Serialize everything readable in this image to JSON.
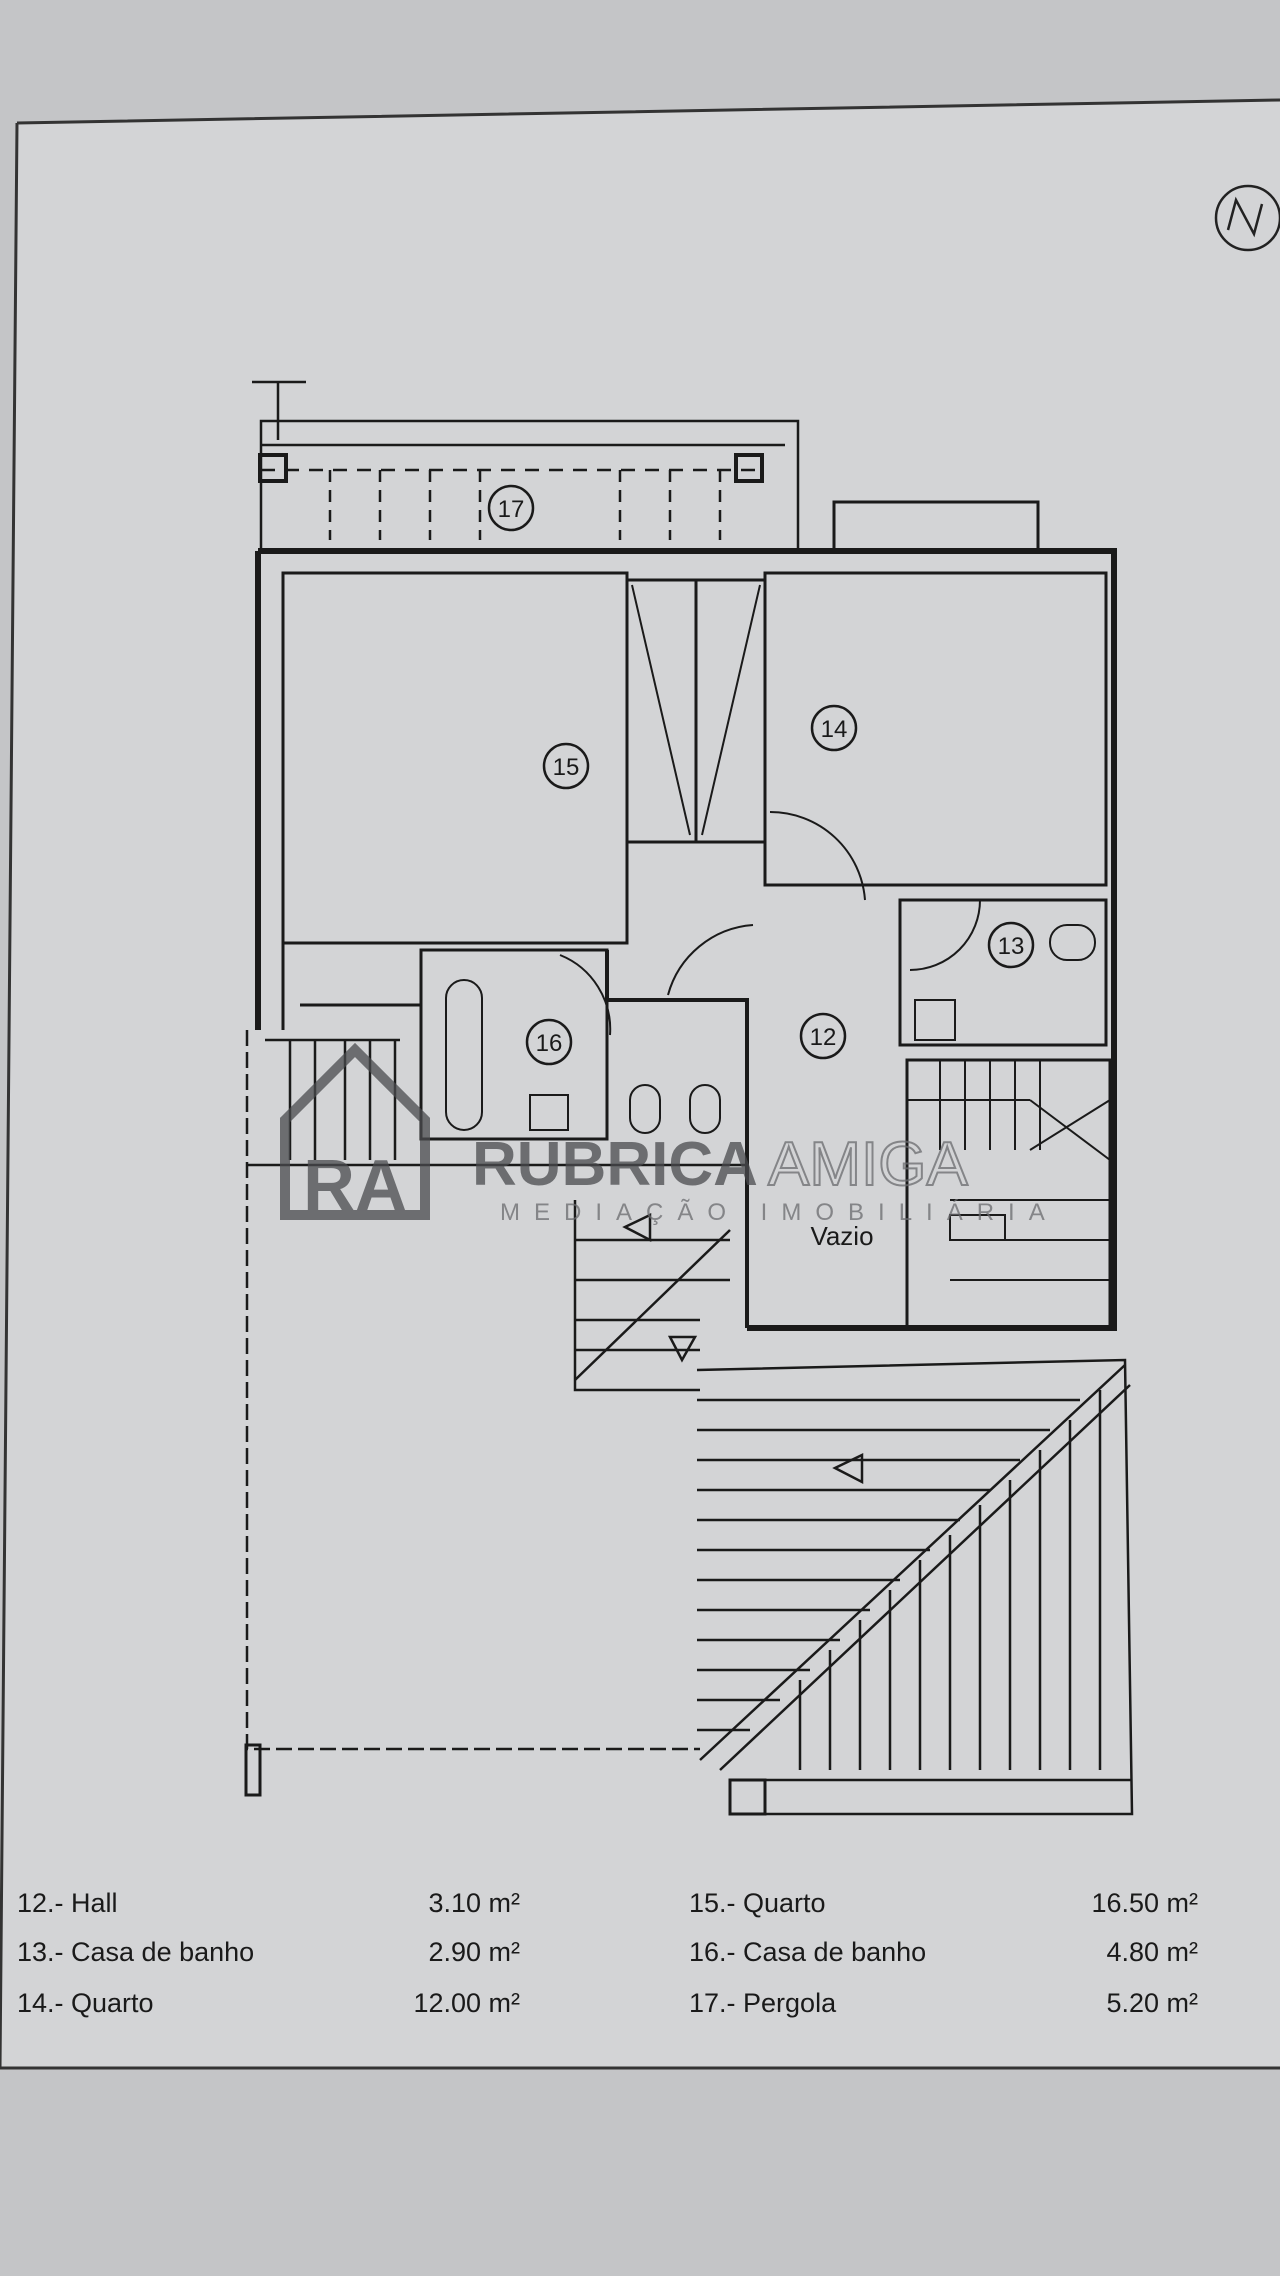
{
  "colors": {
    "paper": "#d3d4d6",
    "background": "#c4c5c7",
    "ink": "#1a1a1a",
    "watermark": "#5a5b5e"
  },
  "icons": {
    "north": "north-arrow-icon"
  },
  "rooms": [
    {
      "number": "12"
    },
    {
      "number": "13"
    },
    {
      "number": "14"
    },
    {
      "number": "15"
    },
    {
      "number": "16"
    },
    {
      "number": "17"
    }
  ],
  "labels": {
    "void": "Vazio"
  },
  "watermark": {
    "logo": "RA",
    "brand_1": "RUBRICA",
    "brand_2": "AMIGA",
    "tagline": "MEDIAÇÃO IMOBILIÁRIA"
  },
  "legend": [
    {
      "label": "12.- Hall",
      "area": "3.10 m²"
    },
    {
      "label": "13.- Casa de banho",
      "area": "2.90 m²"
    },
    {
      "label": "14.- Quarto",
      "area": "12.00 m²"
    },
    {
      "label": "15.- Quarto",
      "area": "16.50 m²"
    },
    {
      "label": "16.- Casa de banho",
      "area": "4.80 m²"
    },
    {
      "label": "17.- Pergola",
      "area": "5.20 m²"
    }
  ]
}
